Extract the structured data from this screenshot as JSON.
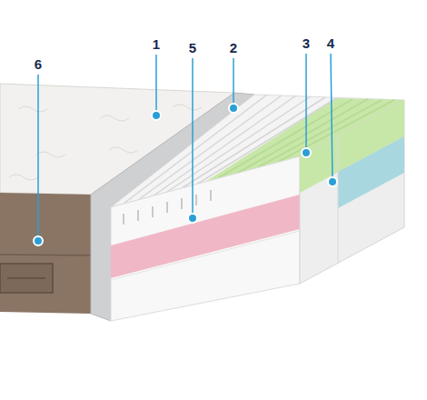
{
  "diagram": {
    "labels": [
      "1",
      "5",
      "2",
      "3",
      "4",
      "6"
    ]
  }
}
